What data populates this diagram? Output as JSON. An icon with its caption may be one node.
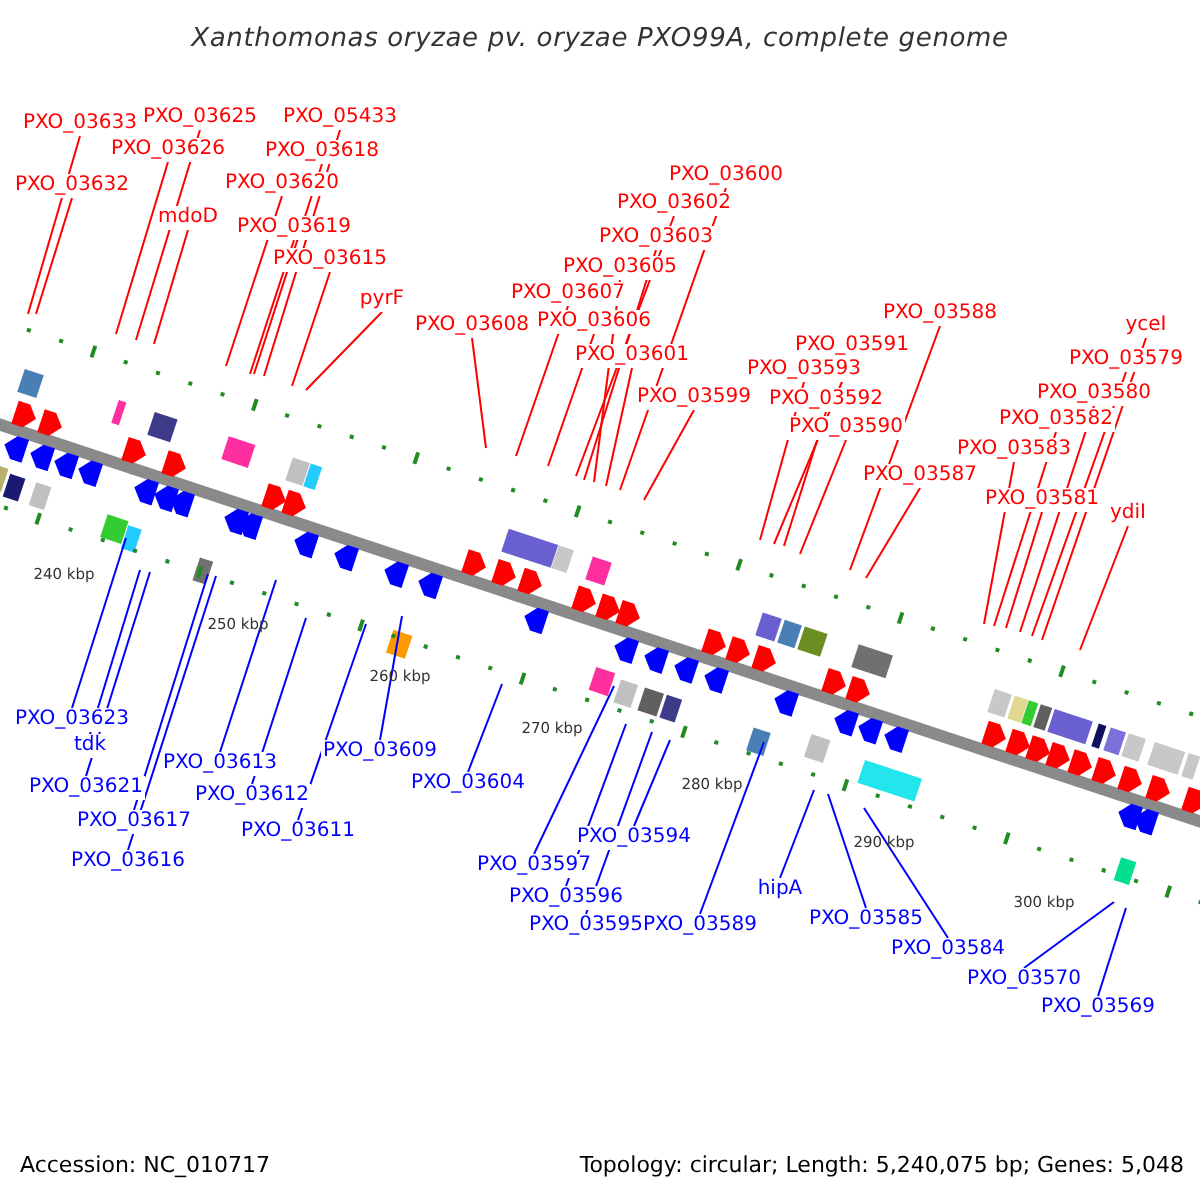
{
  "diagram": {
    "title": "Xanthomonas oryzae pv. oryzae PXO99A, complete genome",
    "nodes": [
      {
        "text": [
          "PXO_03633"
        ]
      },
      {
        "text": [
          "PXO_03632"
        ]
      },
      {
        "text": [
          "PXO_03625"
        ]
      },
      {
        "text": [
          "PXO_03626"
        ]
      },
      {
        "text": [
          "mdoD"
        ]
      },
      {
        "text": [
          "PXO_05433"
        ]
      },
      {
        "text": [
          "PXO_03618"
        ]
      },
      {
        "text": [
          "PXO_03620"
        ]
      },
      {
        "text": [
          "PXO_03619"
        ]
      },
      {
        "text": [
          "PXO_03615"
        ]
      },
      {
        "text": [
          "pyrF"
        ]
      },
      {
        "text": [
          "PXO_03608"
        ]
      },
      {
        "text": [
          "PXO_03600"
        ]
      },
      {
        "text": [
          "PXO_03602"
        ]
      },
      {
        "text": [
          "PXO_03603"
        ]
      },
      {
        "text": [
          "PXO_03605"
        ]
      },
      {
        "text": [
          "PXO_03607"
        ]
      },
      {
        "text": [
          "PXO_03606"
        ]
      },
      {
        "text": [
          "PXO_03601"
        ]
      },
      {
        "text": [
          "PXO_03599"
        ]
      },
      {
        "text": [
          "PXO_03588"
        ]
      },
      {
        "text": [
          "PXO_03591"
        ]
      },
      {
        "text": [
          "PXO_03593"
        ]
      },
      {
        "text": [
          "PXO_03592"
        ]
      },
      {
        "text": [
          "PXO_03590"
        ]
      },
      {
        "text": [
          "PXO_03587"
        ]
      },
      {
        "text": [
          "yceI"
        ]
      },
      {
        "text": [
          "PXO_03579"
        ]
      },
      {
        "text": [
          "PXO_03580"
        ]
      },
      {
        "text": [
          "PXO_03582"
        ]
      },
      {
        "text": [
          "PXO_03583"
        ]
      },
      {
        "text": [
          "PXO_03581"
        ]
      },
      {
        "text": [
          "ydiI"
        ]
      },
      {
        "text": [
          "PXO_03623"
        ]
      },
      {
        "text": [
          "tdk"
        ]
      },
      {
        "text": [
          "PXO_03621"
        ]
      },
      {
        "text": [
          "PXO_03617"
        ]
      },
      {
        "text": [
          "PXO_03616"
        ]
      },
      {
        "text": [
          "PXO_03613"
        ]
      },
      {
        "text": [
          "PXO_03612"
        ]
      },
      {
        "text": [
          "PXO_03611"
        ]
      },
      {
        "text": [
          "PXO_03609"
        ]
      },
      {
        "text": [
          "PXO_03604"
        ]
      },
      {
        "text": [
          "PXO_03597"
        ]
      },
      {
        "text": [
          "PXO_03596"
        ]
      },
      {
        "text": [
          "PXO_03595"
        ]
      },
      {
        "text": [
          "PXO_03594"
        ]
      },
      {
        "text": [
          "PXO_03589"
        ]
      },
      {
        "text": [
          "hipA"
        ]
      },
      {
        "text": [
          "PXO_03585"
        ]
      },
      {
        "text": [
          "PXO_03584"
        ]
      },
      {
        "text": [
          "PXO_03570"
        ]
      },
      {
        "text": [
          "PXO_03569"
        ]
      }
    ],
    "edges": [
      {
        "from": 0,
        "to": null,
        "arrow": "none"
      },
      {
        "from": 1,
        "to": null,
        "arrow": "none"
      },
      {
        "from": 2,
        "to": null,
        "arrow": "none"
      },
      {
        "from": 3,
        "to": null,
        "arrow": "none"
      },
      {
        "from": 4,
        "to": null,
        "arrow": "none"
      },
      {
        "from": 5,
        "to": null,
        "arrow": "none"
      },
      {
        "from": 6,
        "to": null,
        "arrow": "none"
      },
      {
        "from": 7,
        "to": null,
        "arrow": "none"
      },
      {
        "from": 8,
        "to": null,
        "arrow": "none"
      },
      {
        "from": 9,
        "to": null,
        "arrow": "none"
      },
      {
        "from": 10,
        "to": null,
        "arrow": "none"
      },
      {
        "from": 11,
        "to": null,
        "arrow": "none"
      },
      {
        "from": 12,
        "to": null,
        "arrow": "none"
      },
      {
        "from": 13,
        "to": null,
        "arrow": "none"
      },
      {
        "from": 14,
        "to": null,
        "arrow": "none"
      },
      {
        "from": 15,
        "to": null,
        "arrow": "none"
      },
      {
        "from": 16,
        "to": null,
        "arrow": "none"
      },
      {
        "from": 17,
        "to": null,
        "arrow": "none"
      },
      {
        "from": 18,
        "to": null,
        "arrow": "none"
      },
      {
        "from": 19,
        "to": null,
        "arrow": "none"
      },
      {
        "from": 20,
        "to": null,
        "arrow": "none"
      },
      {
        "from": 21,
        "to": null,
        "arrow": "none"
      },
      {
        "from": 22,
        "to": null,
        "arrow": "none"
      },
      {
        "from": 23,
        "to": null,
        "arrow": "none"
      },
      {
        "from": 24,
        "to": null,
        "arrow": "none"
      },
      {
        "from": 25,
        "to": null,
        "arrow": "none"
      },
      {
        "from": 26,
        "to": null,
        "arrow": "none"
      },
      {
        "from": 27,
        "to": null,
        "arrow": "none"
      },
      {
        "from": 28,
        "to": null,
        "arrow": "none"
      },
      {
        "from": 29,
        "to": null,
        "arrow": "none"
      },
      {
        "from": 30,
        "to": null,
        "arrow": "none"
      },
      {
        "from": 31,
        "to": null,
        "arrow": "none"
      },
      {
        "from": 32,
        "to": null,
        "arrow": "none"
      },
      {
        "from": 33,
        "to": null,
        "arrow": "none",
        "color": "#0000ff"
      },
      {
        "from": 34,
        "to": null,
        "arrow": "none",
        "color": "#0000ff"
      },
      {
        "from": 35,
        "to": null,
        "arrow": "none",
        "color": "#0000ff"
      },
      {
        "from": 36,
        "to": null,
        "arrow": "none",
        "color": "#0000ff"
      },
      {
        "from": 37,
        "to": null,
        "arrow": "none",
        "color": "#0000ff"
      },
      {
        "from": 38,
        "to": null,
        "arrow": "none",
        "color": "#0000ff"
      },
      {
        "from": 39,
        "to": null,
        "arrow": "none",
        "color": "#0000ff"
      },
      {
        "from": 40,
        "to": null,
        "arrow": "none",
        "color": "#0000ff"
      },
      {
        "from": 41,
        "to": null,
        "arrow": "none",
        "color": "#0000ff"
      },
      {
        "from": 42,
        "to": null,
        "arrow": "none",
        "color": "#0000ff"
      },
      {
        "from": 43,
        "to": null,
        "arrow": "none",
        "color": "#0000ff"
      },
      {
        "from": 44,
        "to": null,
        "arrow": "none",
        "color": "#0000ff"
      },
      {
        "from": 45,
        "to": null,
        "arrow": "none",
        "color": "#0000ff"
      },
      {
        "from": 46,
        "to": null,
        "arrow": "none",
        "color": "#0000ff"
      },
      {
        "from": 47,
        "to": null,
        "arrow": "none",
        "color": "#0000ff"
      },
      {
        "from": 48,
        "to": null,
        "arrow": "none",
        "color": "#0000ff"
      },
      {
        "from": 49,
        "to": null,
        "arrow": "none",
        "color": "#0000ff"
      },
      {
        "from": 50,
        "to": null,
        "arrow": "none",
        "color": "#0000ff"
      },
      {
        "from": 51,
        "to": null,
        "arrow": "none",
        "color": "#0000ff"
      },
      {
        "from": 52,
        "to": null,
        "arrow": "none",
        "color": "#0000ff"
      }
    ],
    "labels": [
      "240 kbp",
      "250 kbp",
      "260 kbp",
      "270 kbp",
      "280 kbp",
      "290 kbp",
      "300 kbp",
      "Accession: NC_010717",
      "Topology: circular; Length: 5,240,075 bp; Genes: 5,048"
    ]
  }
}
